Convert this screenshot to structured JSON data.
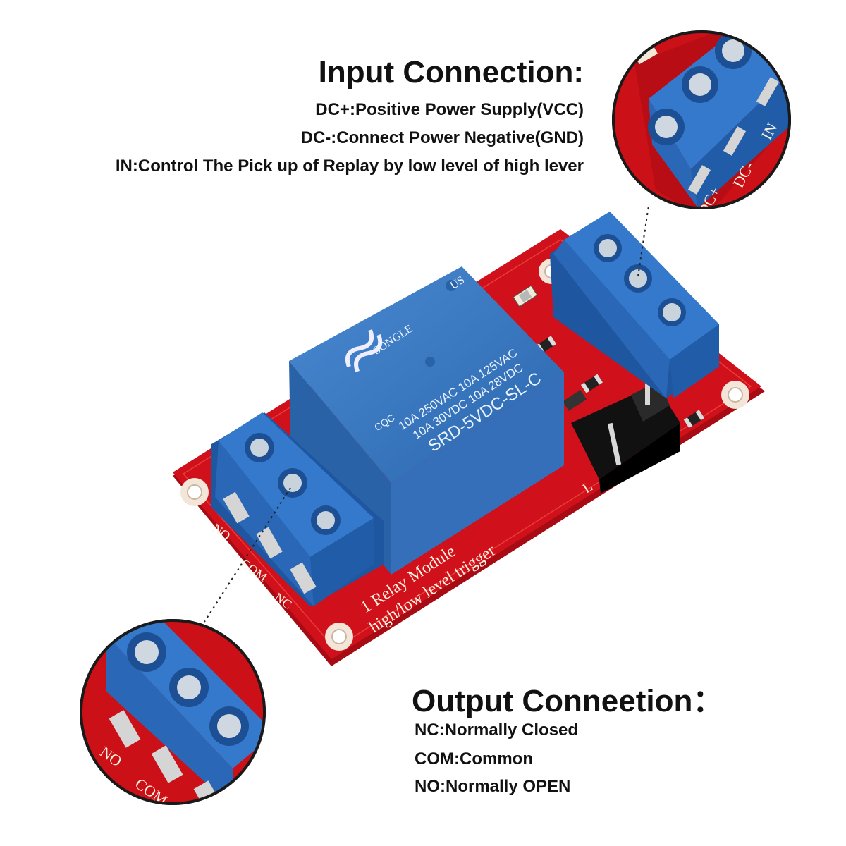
{
  "input_section": {
    "title": "Input Connection:",
    "lines": [
      "DC+:Positive Power Supply(VCC)",
      "DC-:Connect Power Negative(GND)",
      "IN:Control The Pick up of Replay by low level of high lever"
    ]
  },
  "output_section": {
    "title": "Output Conneetion：",
    "lines": [
      "NC:Normally Closed",
      "COM:Common",
      "NO:Normally OPEN"
    ]
  },
  "relay": {
    "brand": "SONGLE",
    "cert": "CQC",
    "ratings": [
      "10A 250VAC  10A 125VAC",
      "10A 30VDC  10A 28VDC"
    ],
    "model": "SRD-5VDC-SL-C",
    "ul": "US"
  },
  "board": {
    "label_1": "1 Relay  Module",
    "label_2": "high/low level trigger",
    "output_pins": [
      "NO",
      "COM",
      "NC"
    ],
    "input_pins": [
      "DC+",
      "DC-",
      "IN"
    ],
    "jumper_mark": "L"
  },
  "colors": {
    "pcb": "#d0101a",
    "pcb_dark": "#9a0a10",
    "terminal": "#2c70c4",
    "terminal_dark": "#1a4f94",
    "relay": "#3c7fc9",
    "relay_dark": "#245c9e",
    "pad": "#f3e6d8",
    "silkscreen": "#fff1e0",
    "jumper": "#1b1b1b"
  }
}
